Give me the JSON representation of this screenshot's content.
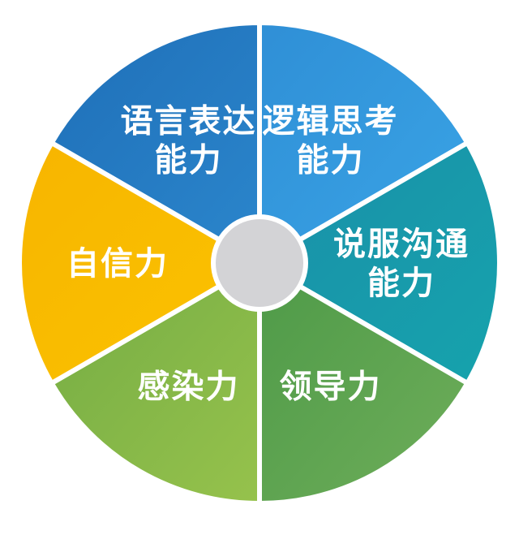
{
  "colors": {
    "background": "#ffffff",
    "hub": "#d3d3d6",
    "separator": "#ffffff",
    "label": "#ffffff"
  },
  "segments": [
    {
      "id": "language-expression",
      "lines": [
        "语言表达",
        "能力"
      ],
      "color_start": "#1f6fb8",
      "color_end": "#2b86cc"
    },
    {
      "id": "logical-thinking",
      "lines": [
        "逻辑思考",
        "能力"
      ],
      "color_start": "#2f8fd6",
      "color_end": "#3aa4e6"
    },
    {
      "id": "persuasion-communication",
      "lines": [
        "说服沟通",
        "能力"
      ],
      "color_start": "#1a8fa8",
      "color_end": "#16a3ad"
    },
    {
      "id": "leadership",
      "lines": [
        "领导力"
      ],
      "color_start": "#4e9a48",
      "color_end": "#6fae5a"
    },
    {
      "id": "influence",
      "lines": [
        "感染力"
      ],
      "color_start": "#74ac44",
      "color_end": "#96c24c"
    },
    {
      "id": "confidence",
      "lines": [
        "自信力"
      ],
      "color_start": "#f7b500",
      "color_end": "#fbc300"
    }
  ]
}
